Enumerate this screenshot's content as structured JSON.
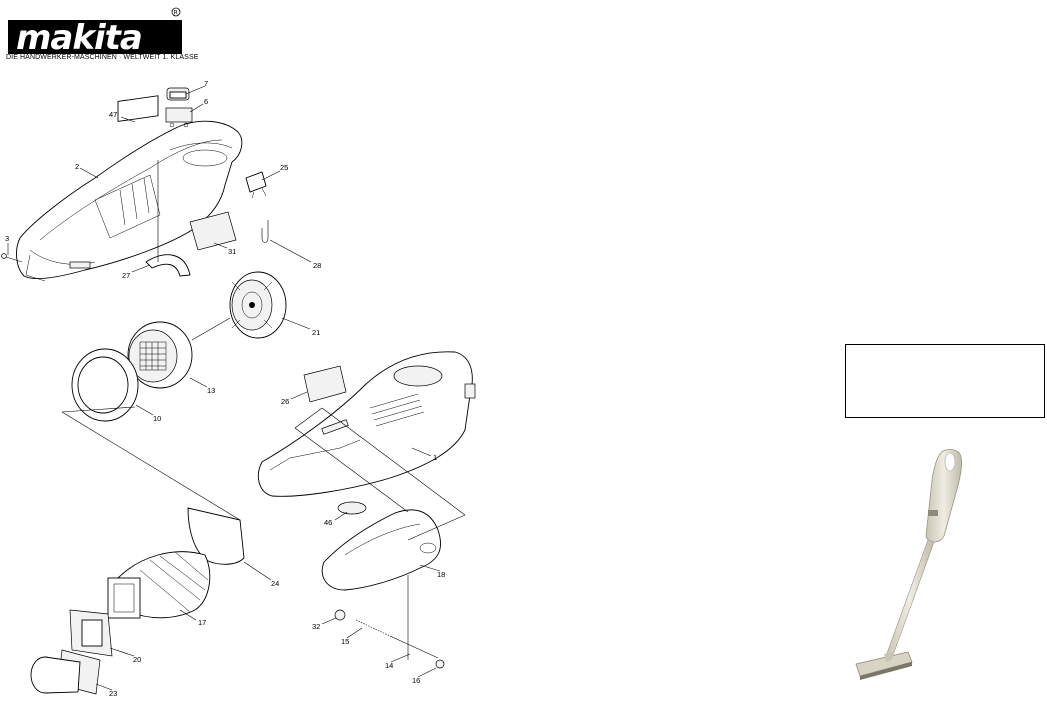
{
  "brand": {
    "logo_text": "makita",
    "tagline": "DIE HANDWERKER-MASCHINEN · WELTWEIT 1. KLASSE"
  },
  "colors": {
    "logo": "#000000",
    "product_body": "#e9e6da",
    "product_shade": "#c9c5b4"
  },
  "parts": [
    {
      "id": "part-7",
      "label": "7"
    },
    {
      "id": "part-6",
      "label": "6"
    },
    {
      "id": "part-47",
      "label": "47"
    },
    {
      "id": "part-2",
      "label": "2"
    },
    {
      "id": "part-25",
      "label": "25"
    },
    {
      "id": "part-3",
      "label": "3"
    },
    {
      "id": "part-31",
      "label": "31"
    },
    {
      "id": "part-28",
      "label": "28"
    },
    {
      "id": "part-27",
      "label": "27"
    },
    {
      "id": "part-21",
      "label": "21"
    },
    {
      "id": "part-13",
      "label": "13"
    },
    {
      "id": "part-26",
      "label": "26"
    },
    {
      "id": "part-10",
      "label": "10"
    },
    {
      "id": "part-1",
      "label": "1"
    },
    {
      "id": "part-46",
      "label": "46"
    },
    {
      "id": "part-24",
      "label": "24"
    },
    {
      "id": "part-18",
      "label": "18"
    },
    {
      "id": "part-17",
      "label": "17"
    },
    {
      "id": "part-32",
      "label": "32"
    },
    {
      "id": "part-15",
      "label": "15"
    },
    {
      "id": "part-20",
      "label": "20"
    },
    {
      "id": "part-14",
      "label": "14"
    },
    {
      "id": "part-16",
      "label": "16"
    },
    {
      "id": "part-23",
      "label": "23"
    }
  ]
}
